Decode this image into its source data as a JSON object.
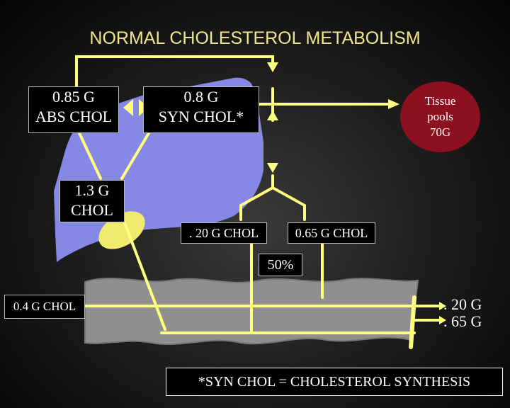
{
  "title": "NORMAL CHOLESTEROL METABOLISM",
  "abs_chol": {
    "line1": "0.85 G",
    "line2": "ABS CHOL"
  },
  "syn_chol": {
    "line1": "0.8 G",
    "line2": "SYN CHOL*"
  },
  "tissue": {
    "line1": "Tissue",
    "line2": "pools",
    "line3": "70G"
  },
  "liver_chol": {
    "line1": "1.3 G",
    "line2": "CHOL"
  },
  "bile_chol_20": ". 20 G CHOL",
  "bile_chol_65": "0.65 G CHOL",
  "percent": "50%",
  "diet_chol": "0.4 G CHOL",
  "excretion": {
    "line1": ". 20 G",
    "line2": ". 65 G"
  },
  "footnote": "*SYN CHOL = CHOLESTEROL SYNTHESIS",
  "colors": {
    "title": "#f2e68a",
    "arrow": "#ffff80",
    "liver": "#8688e6",
    "gallbladder": "#f0ea6e",
    "intestine": "#8f8f8f",
    "tissue": "#8c1020"
  }
}
